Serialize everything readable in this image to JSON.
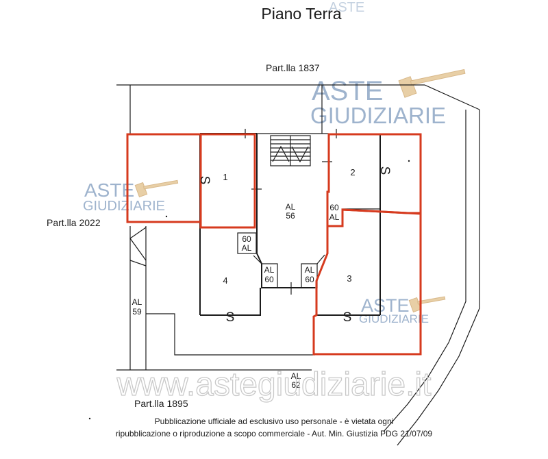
{
  "title": "Piano Terra",
  "parcels": {
    "north": "Part.lla 1837",
    "west": "Part.lla 2022",
    "south": "Part.lla 1895"
  },
  "units": {
    "u1": "1",
    "u2": "2",
    "u3": "3",
    "u4": "4"
  },
  "common_areas": {
    "al56_a": "AL",
    "al56_b": "56",
    "al60_left_a": "60",
    "al60_left_b": "AL",
    "al60_right_a": "60",
    "al60_right_b": "AL",
    "al60_c_a": "AL",
    "al60_c_b": "60",
    "al60_d_a": "AL",
    "al60_d_b": "60",
    "al59_a": "AL",
    "al59_b": "59",
    "al62_a": "AL",
    "al62_b": "62"
  },
  "s_labels": {
    "s1": "S",
    "s2": "S",
    "s3": "S",
    "s4": "S"
  },
  "watermark": {
    "line1": "ASTE",
    "line2": "GIUDIZIARIE",
    "site": "www.astegiudiziarie.it"
  },
  "footer": {
    "line1": "Pubblicazione ufficiale ad esclusivo uso personale - è vietata ogni",
    "line2": "ripubblicazione o riproduzione a scopo commerciale - Aut. Min. Giustizia PDG 21/07/09"
  },
  "colors": {
    "outline": "#d63a1e",
    "watermark": "#9eb3cd"
  }
}
